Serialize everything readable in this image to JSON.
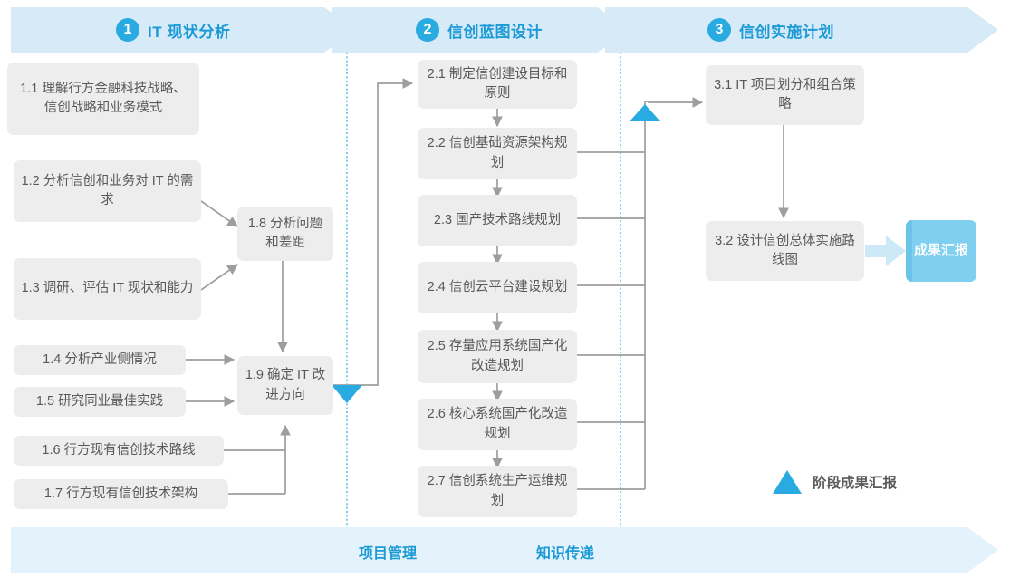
{
  "header": {
    "phases": [
      {
        "num": "1",
        "title": "IT 现状分析"
      },
      {
        "num": "2",
        "title": "信创蓝图设计"
      },
      {
        "num": "3",
        "title": "信创实施计划"
      }
    ]
  },
  "phase1": {
    "boxes": [
      {
        "id": "1.1",
        "text": "1.1 理解行方金融科技战略、信创战略和业务模式"
      },
      {
        "id": "1.2",
        "text": "1.2 分析信创和业务对 IT 的需求"
      },
      {
        "id": "1.3",
        "text": "1.3 调研、评估 IT 现状和能力"
      },
      {
        "id": "1.4",
        "text": "1.4 分析产业侧情况"
      },
      {
        "id": "1.5",
        "text": "1.5 研究同业最佳实践"
      },
      {
        "id": "1.6",
        "text": "1.6 行方现有信创技术路线"
      },
      {
        "id": "1.7",
        "text": "1.7 行方现有信创技术架构"
      },
      {
        "id": "1.8",
        "text": "1.8 分析问题和差距"
      },
      {
        "id": "1.9",
        "text": "1.9 确定 IT 改进方向"
      }
    ]
  },
  "phase2": {
    "boxes": [
      {
        "id": "2.1",
        "text": "2.1 制定信创建设目标和原则"
      },
      {
        "id": "2.2",
        "text": "2.2 信创基础资源架构规划"
      },
      {
        "id": "2.3",
        "text": "2.3 国产技术路线规划"
      },
      {
        "id": "2.4",
        "text": "2.4 信创云平台建设规划"
      },
      {
        "id": "2.5",
        "text": "2.5 存量应用系统国产化改造规划"
      },
      {
        "id": "2.6",
        "text": "2.6 核心系统国产化改造规划"
      },
      {
        "id": "2.7",
        "text": "2.7 信创系统生产运维规划"
      }
    ]
  },
  "phase3": {
    "boxes": [
      {
        "id": "3.1",
        "text": "3.1 IT 项目划分和组合策略"
      },
      {
        "id": "3.2",
        "text": "3.2 设计信创总体实施路线图"
      }
    ],
    "result_badge": "成果汇报"
  },
  "legend": {
    "milestone_label": "阶段成果汇报"
  },
  "footer": {
    "labels": [
      "项目管理",
      "知识传递"
    ]
  },
  "colors": {
    "band_fill": "#D6EAF8",
    "footer_fill": "#E4F3FB",
    "accent_blue": "#29ABE2",
    "title_blue": "#1C9AD6",
    "box_fill": "#EDEDED",
    "box_text": "#595959",
    "connector": "#9E9E9E",
    "badge_fill": "#7FCFF0",
    "divider_dotted": "#29ABE2"
  }
}
